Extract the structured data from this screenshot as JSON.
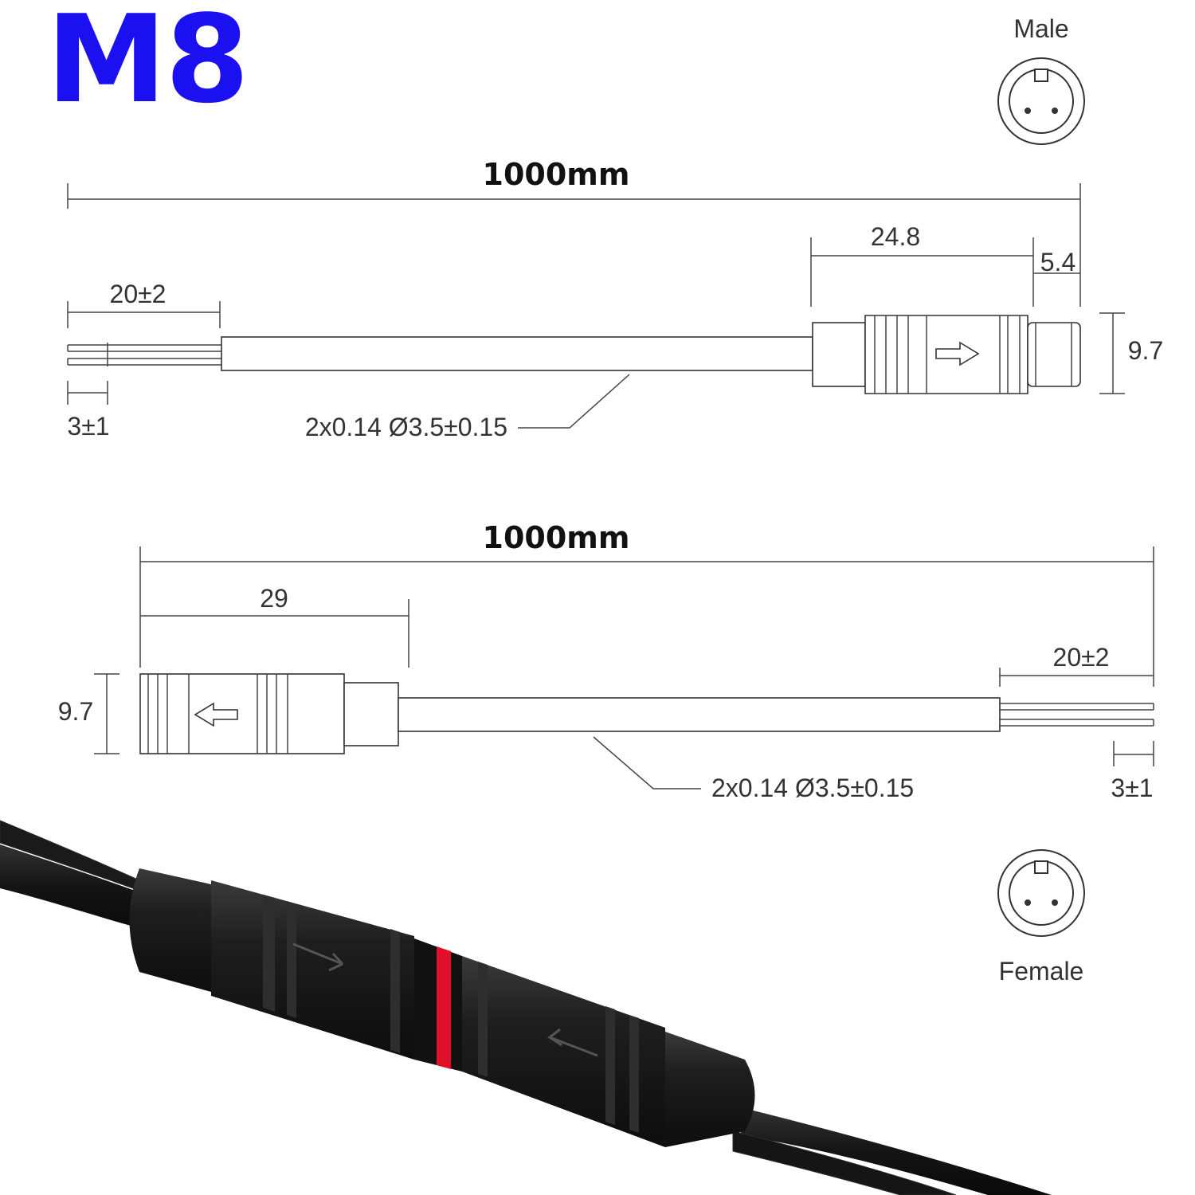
{
  "title": "M8",
  "colors": {
    "title": "#1a10f0",
    "seal": "#e0102a",
    "connector": "#1b1b1b"
  },
  "male_label": "Male",
  "female_label": "Female",
  "male_cable": {
    "total_length": "1000mm",
    "strip_length": "20±2",
    "tip_length": "3±1",
    "cable_spec": "2x0.14 Ø3.5±0.15",
    "connector_length": "24.8",
    "tip_segment": "5.4",
    "diameter": "9.7"
  },
  "female_cable": {
    "total_length": "1000mm",
    "connector_length": "29",
    "strip_length": "20±2",
    "tip_length": "3±1",
    "cable_spec": "2x0.14 Ø3.5±0.15",
    "diameter": "9.7"
  }
}
